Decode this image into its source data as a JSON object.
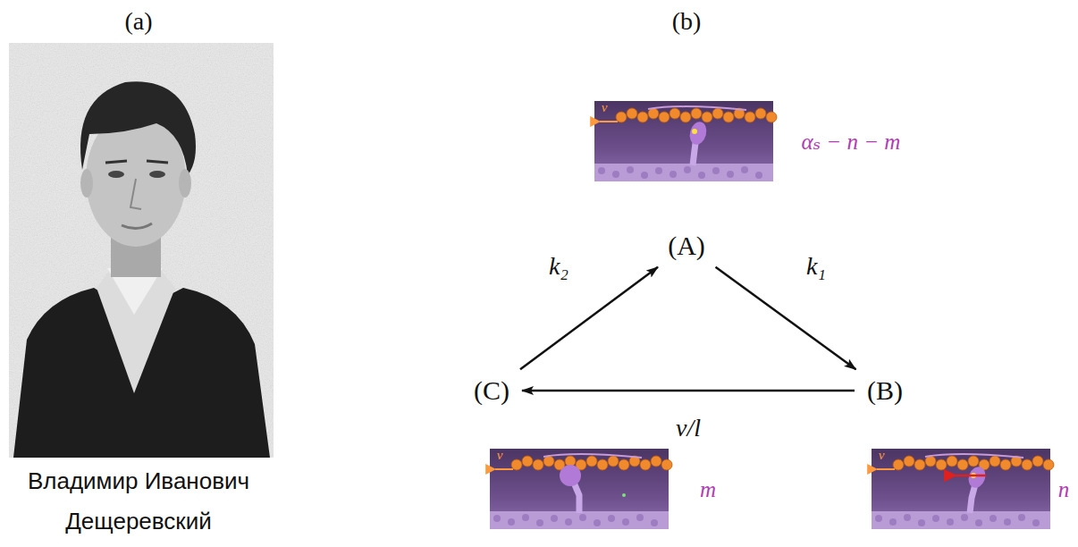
{
  "diagram": {
    "nodes": [
      {
        "text": [
          "(A)"
        ]
      },
      {
        "text": [
          "(C)"
        ]
      },
      {
        "text": [
          "(B)"
        ]
      }
    ],
    "edges": [
      {
        "from": 0,
        "to": 2,
        "label": "k₁",
        "arrow": "to"
      },
      {
        "from": 2,
        "to": 1,
        "label": "v/l",
        "arrow": "to"
      },
      {
        "from": 1,
        "to": 0,
        "label": "k₂",
        "arrow": "to"
      }
    ],
    "labels": [
      "(a)",
      "Владимир Иванович Дещеревский",
      "(b)",
      "v",
      "αₛ − n − m",
      "v",
      "m",
      "v",
      "n"
    ]
  }
}
